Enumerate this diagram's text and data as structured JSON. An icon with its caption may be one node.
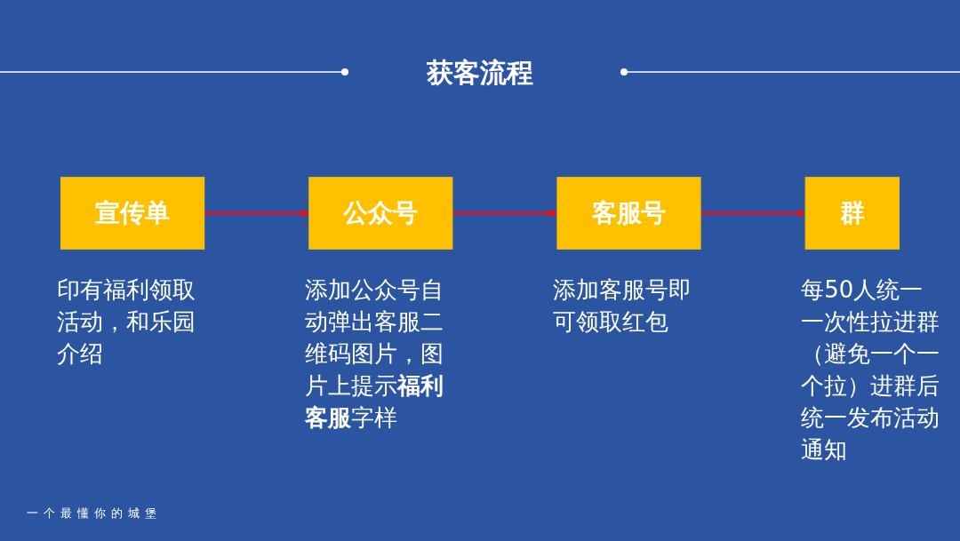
{
  "diagram": {
    "title": "获客流程",
    "nodes": [
      {
        "text": [
          "宣传单"
        ],
        "beside": [
          "印有福利领取活动，和乐园介绍"
        ]
      },
      {
        "text": [
          "公众号"
        ],
        "beside": [
          "添加公众号自动弹出客服二维码图片，图片上提示**福利客服**字样"
        ]
      },
      {
        "text": [
          "客服号"
        ],
        "beside": [
          "添加客服号即可领取红包"
        ]
      },
      {
        "text": [
          "群"
        ],
        "beside": [
          "每50人统一一次性拉进群（避免一个一个拉）进群后统一发布活动通知"
        ]
      }
    ],
    "edges": [
      {
        "from": 0,
        "to": 1,
        "arrow": "to"
      },
      {
        "from": 1,
        "to": 2,
        "arrow": "to"
      },
      {
        "from": 2,
        "to": 3,
        "arrow": "to"
      }
    ],
    "labels": [
      "一个最懂你的城堡"
    ]
  }
}
